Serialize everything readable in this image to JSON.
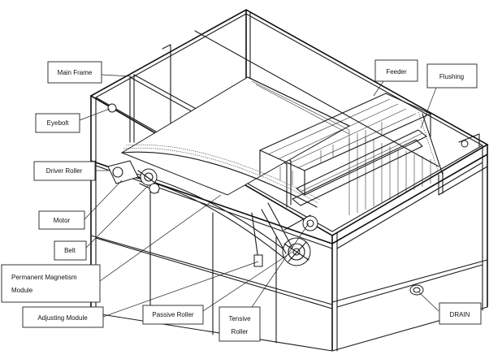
{
  "labels": {
    "main_frame": "Main Frame",
    "eyebolt": "Eyebolt",
    "driver_roller": "Driver Roller",
    "motor": "Motor",
    "belt": "Belt",
    "pm_module_line1": "Permanent Magnetism",
    "pm_module_line2": "Module",
    "adjusting_module": "Adjusting Module",
    "passive_roller": "Passive Roller",
    "tensive_roller_line1": "Tensive",
    "tensive_roller_line2": "Roller",
    "feeder": "Feeder",
    "flushing": "Flushing",
    "drain": "DRAIN"
  }
}
